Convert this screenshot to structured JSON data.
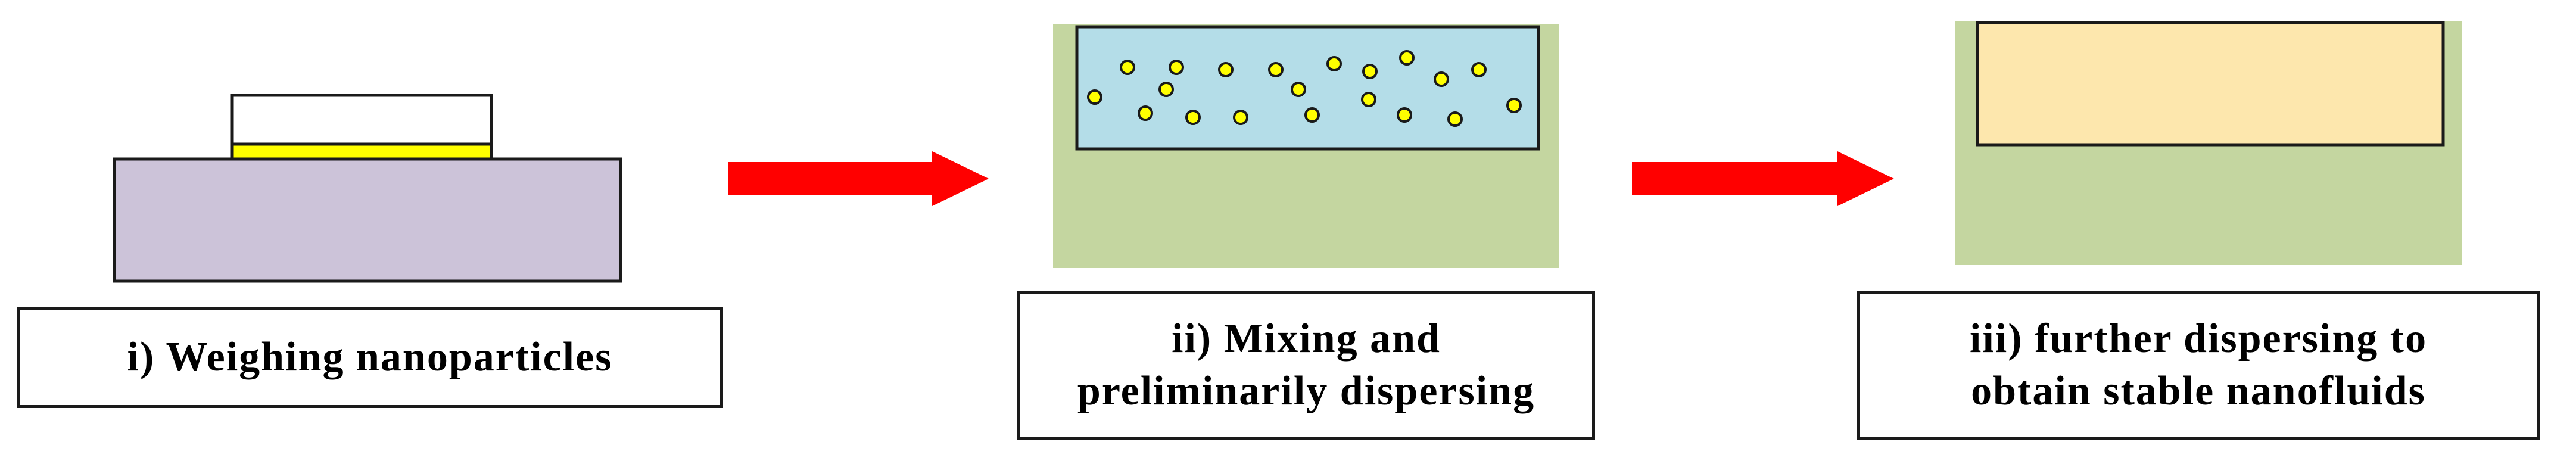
{
  "steps": [
    {
      "id": "weigh",
      "lines": [
        "i) Weighing nanoparticles"
      ]
    },
    {
      "id": "mix",
      "lines": [
        "ii)  Mixing and",
        "preliminarily dispersing"
      ]
    },
    {
      "id": "disperse",
      "lines": [
        "iii) further dispersing to",
        "obtain stable nanofluids"
      ]
    }
  ],
  "colors": {
    "balance": "#ccc3d9",
    "weigh_tray": "#ffff00",
    "container": "#c4d6a0",
    "mixture": "#b4dde8",
    "particle_fill": "#ffff00",
    "nanofluid": "#fde7ad",
    "arrow": "#ff0000",
    "outline": "#1a1a1a"
  },
  "mixture_particle_count": 20
}
